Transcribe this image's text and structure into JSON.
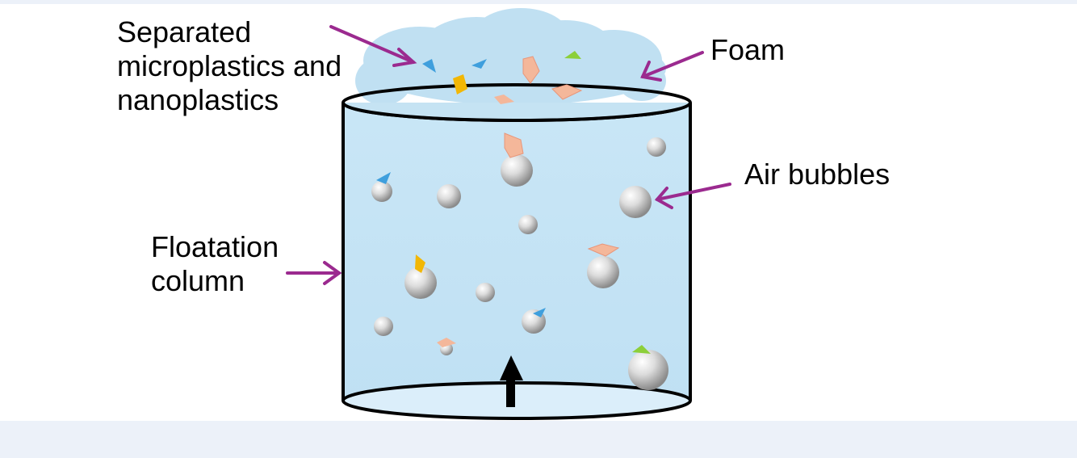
{
  "labels": {
    "separated_line1": "Separated",
    "separated_line2": "microplastics and",
    "separated_line3": "nanoplastics",
    "foam": "Foam",
    "air_bubbles": "Air bubbles",
    "column_line1": "Floatation",
    "column_line2": "column"
  },
  "colors": {
    "page_background": "#ecf1f9",
    "canvas_background": "#ffffff",
    "water": "#c5e3f3",
    "foam": "#c0e0f2",
    "arrow": "#9b2a8f",
    "outline": "#000000",
    "bubble": "#b4b4b4",
    "particle_blue": "#3f9fdd",
    "particle_yellow": "#f2b705",
    "particle_peach": "#f4b79a",
    "particle_green": "#8ccf3a"
  },
  "icons": {
    "flow_arrow": "up-arrow-icon",
    "bubble": "air-bubble-icon",
    "particle": "plastic-particle-icon"
  }
}
